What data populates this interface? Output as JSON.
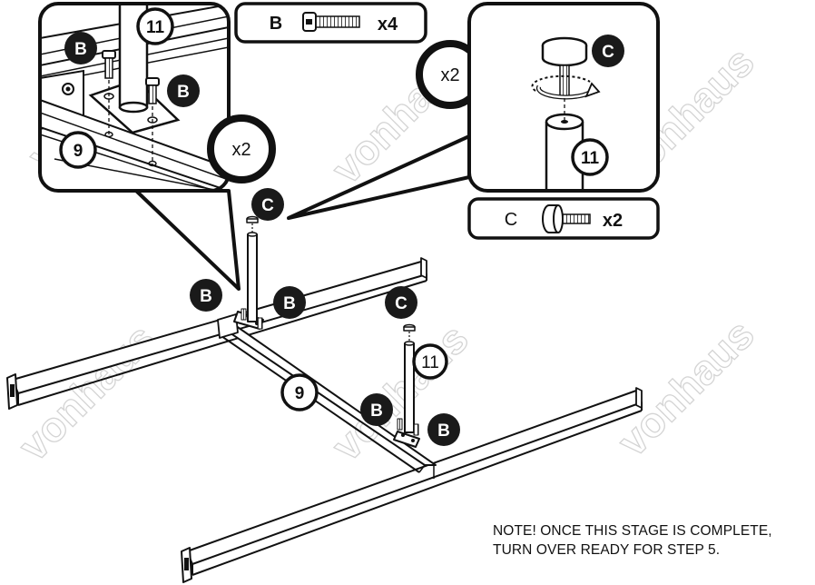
{
  "diagram": {
    "parts": {
      "frame_bar": "9",
      "leg": "11",
      "bolt": "B",
      "foot_cap": "C"
    },
    "hardware_boxes": {
      "bolt_box": {
        "label": "B",
        "quantity": "x4"
      },
      "cap_box": {
        "label": "C",
        "quantity": "x2"
      }
    },
    "detail_multipliers": {
      "left_detail": "x2",
      "right_detail": "x2"
    },
    "watermark": "vonhaus",
    "note": {
      "line1": "NOTE! ONCE THIS STAGE IS COMPLETE,",
      "line2": "TURN OVER READY FOR STEP 5."
    },
    "colors": {
      "ink": "#111111",
      "badge_fill": "#1a1a1a",
      "watermark": "#d4d4d4",
      "background": "#ffffff"
    }
  }
}
